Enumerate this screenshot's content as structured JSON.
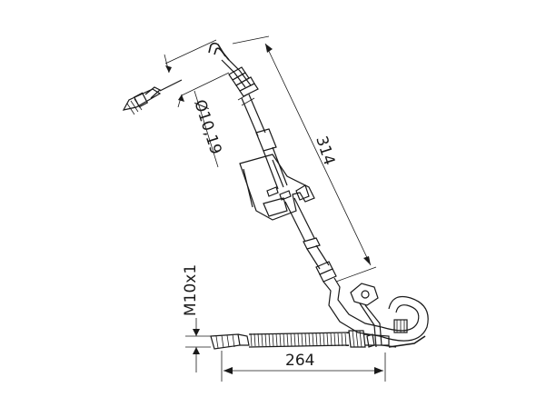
{
  "dimensions": {
    "length_1": "314",
    "length_2": "264",
    "diameter": "Ø10,19",
    "thread": "M10x1"
  }
}
